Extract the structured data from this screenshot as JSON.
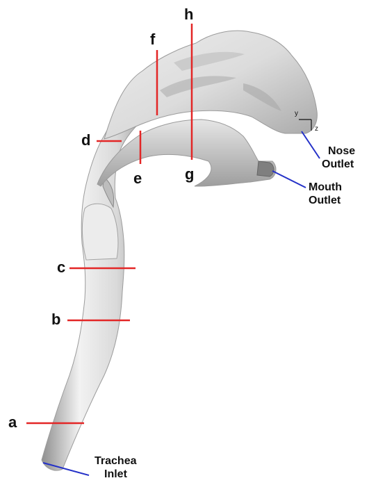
{
  "colors": {
    "section_line": "#e32626",
    "pointer_line": "#2431c8",
    "surface_light": "#f4f4f4",
    "surface_mid": "#d6d6d6",
    "surface_dark": "#8c8c8c"
  },
  "sections": {
    "a": "a",
    "b": "b",
    "c": "c",
    "d": "d",
    "e": "e",
    "f": "f",
    "g": "g",
    "h": "h"
  },
  "ports": {
    "nose": [
      "Nose",
      "Outlet"
    ],
    "mouth": [
      "Mouth",
      "Outlet"
    ],
    "trachea": [
      "Trachea",
      "Inlet"
    ]
  },
  "axes": {
    "y": "y",
    "z": "z"
  }
}
